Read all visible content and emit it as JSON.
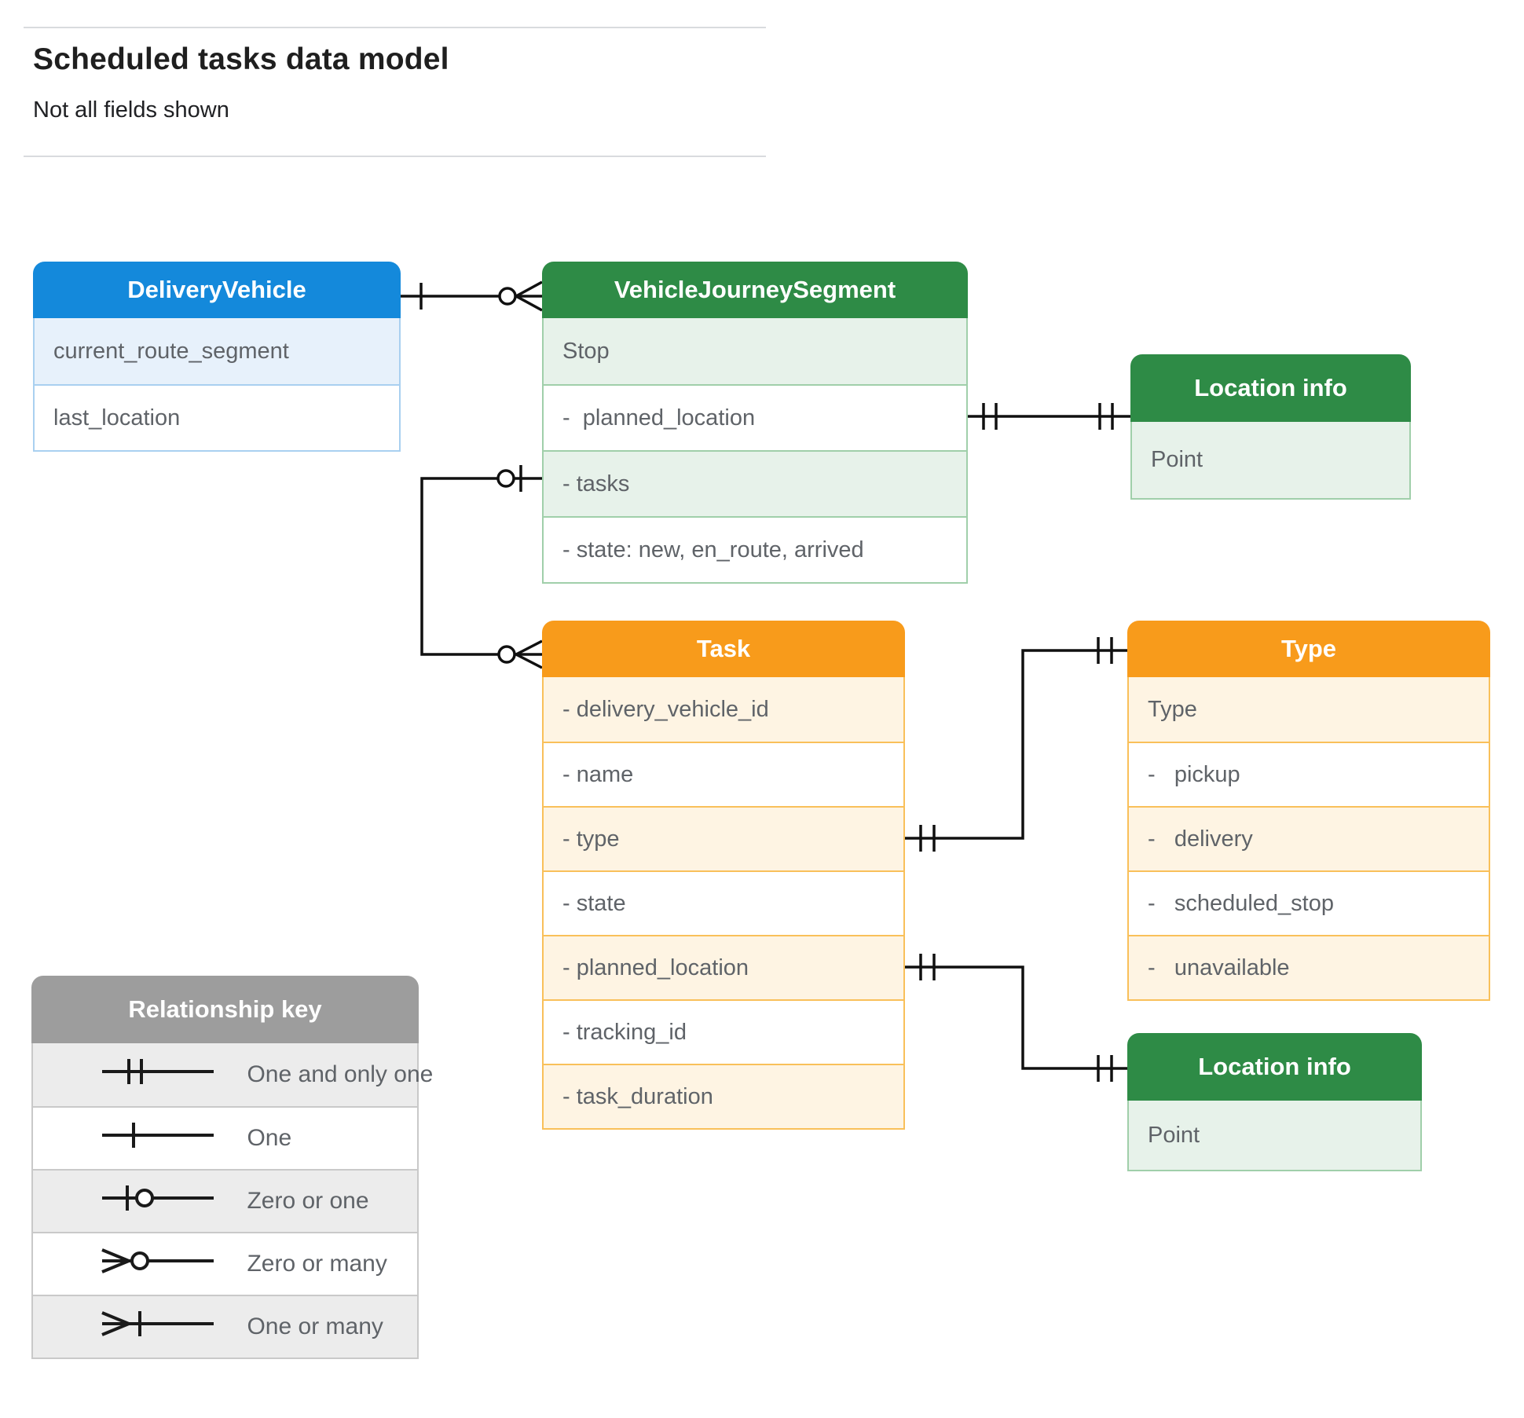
{
  "page": {
    "title": "Scheduled tasks data model",
    "subtitle": "Not all fields shown"
  },
  "entities": {
    "delivery_vehicle": {
      "title": "DeliveryVehicle",
      "fields": [
        "current_route_segment",
        "last_location"
      ]
    },
    "vehicle_journey_segment": {
      "title": "VehicleJourneySegment",
      "fields": [
        "Stop",
        "-  planned_location",
        "- tasks",
        "- state: new, en_route, arrived"
      ]
    },
    "location_info_top": {
      "title": "Location info",
      "fields": [
        "Point"
      ]
    },
    "task": {
      "title": "Task",
      "fields": [
        "- delivery_vehicle_id",
        "- name",
        "- type",
        "- state",
        "- planned_location",
        "- tracking_id",
        "- task_duration"
      ]
    },
    "type": {
      "title": "Type",
      "fields": [
        "Type",
        "-   pickup",
        "-   delivery",
        "-   scheduled_stop",
        "-   unavailable"
      ]
    },
    "location_info_bottom": {
      "title": "Location info",
      "fields": [
        "Point"
      ]
    }
  },
  "legend": {
    "title": "Relationship key",
    "items": [
      {
        "icon": "one-and-only-one-icon",
        "label": "One and only one"
      },
      {
        "icon": "one-icon",
        "label": "One"
      },
      {
        "icon": "zero-or-one-icon",
        "label": "Zero or one"
      },
      {
        "icon": "zero-or-many-icon",
        "label": "Zero or many"
      },
      {
        "icon": "one-or-many-icon",
        "label": "One or many"
      }
    ]
  },
  "relationships": [
    {
      "from": "DeliveryVehicle",
      "to": "VehicleJourneySegment",
      "from_cardinality": "one",
      "to_cardinality": "zero-or-many"
    },
    {
      "from": "VehicleJourneySegment.planned_location",
      "to": "Location info",
      "from_cardinality": "one-and-only-one",
      "to_cardinality": "one-and-only-one"
    },
    {
      "from": "VehicleJourneySegment.tasks",
      "to": "Task",
      "from_cardinality": "zero-or-one",
      "to_cardinality": "zero-or-many"
    },
    {
      "from": "Task.type",
      "to": "Type",
      "from_cardinality": "one-and-only-one",
      "to_cardinality": "one-and-only-one"
    },
    {
      "from": "Task.planned_location",
      "to": "Location info",
      "from_cardinality": "one-and-only-one",
      "to_cardinality": "one-and-only-one"
    }
  ],
  "colors": {
    "blue_header": "#1489db",
    "blue_tint": "#e7f1fb",
    "blue_border": "#a9d0f0",
    "green_header": "#2e8b46",
    "green_tint": "#e7f2ea",
    "green_border": "#a0cfaa",
    "orange_header": "#f89b1b",
    "orange_tint": "#fef4e3",
    "orange_border": "#f9c05a",
    "gray_header": "#9d9d9d",
    "gray_tint": "#ececec",
    "gray_border": "#c9c9c9",
    "field_text": "#5f6368",
    "connector_line": "#101010"
  }
}
